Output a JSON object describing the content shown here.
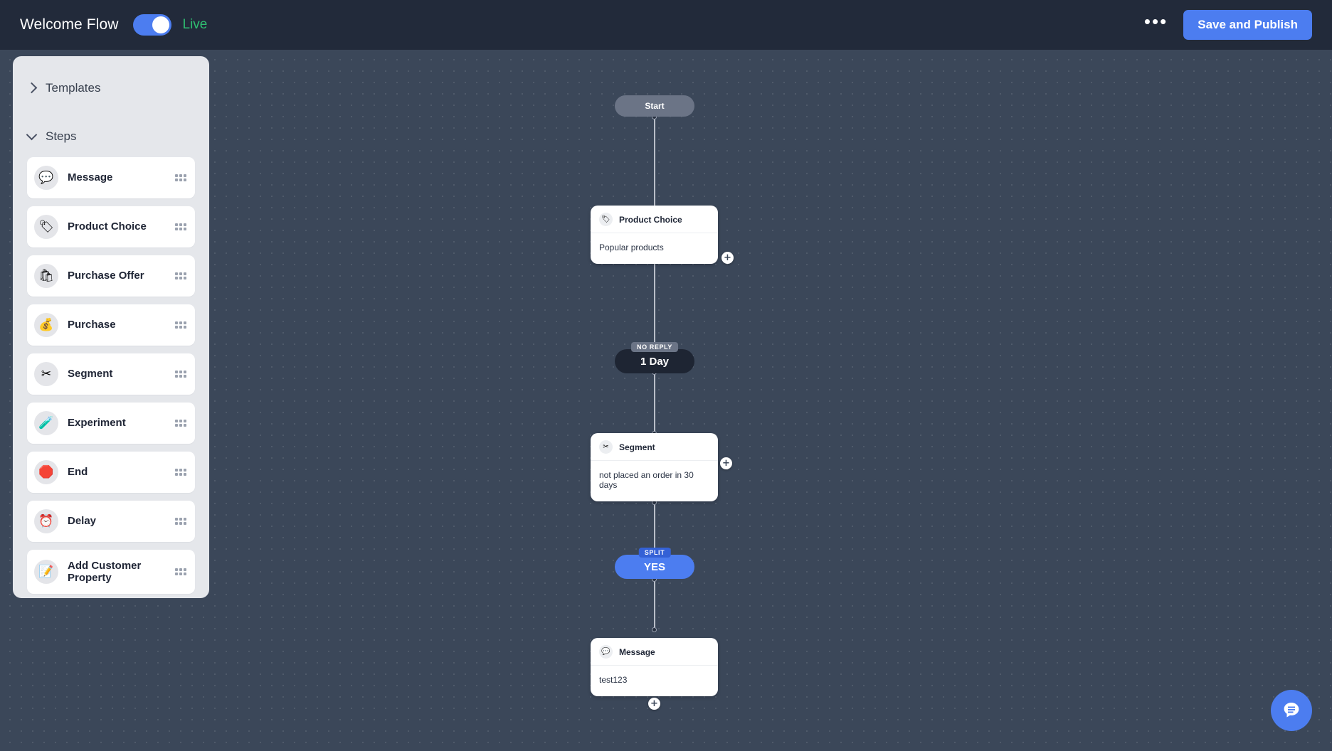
{
  "topbar": {
    "flow_title": "Welcome Flow",
    "toggle_state": "on",
    "status_label": "Live",
    "status_color": "#2fbf71",
    "more_icon": "•••",
    "save_label": "Save and Publish",
    "accent_color": "#4c7df0"
  },
  "panel": {
    "templates": {
      "label": "Templates",
      "expanded": false
    },
    "steps": {
      "label": "Steps",
      "expanded": true
    },
    "items": [
      {
        "label": "Message",
        "icon": "💬",
        "icon_name": "speech-balloon-icon"
      },
      {
        "label": "Product Choice",
        "icon": "🏷",
        "icon_name": "label-tag-icon"
      },
      {
        "label": "Purchase Offer",
        "icon": "🛍",
        "icon_name": "shopping-bags-icon"
      },
      {
        "label": "Purchase",
        "icon": "💰",
        "icon_name": "money-bag-icon"
      },
      {
        "label": "Segment",
        "icon": "✂",
        "icon_name": "scissors-icon"
      },
      {
        "label": "Experiment",
        "icon": "🧪",
        "icon_name": "test-tube-icon"
      },
      {
        "label": "End",
        "icon": "🛑",
        "icon_name": "stop-sign-icon"
      },
      {
        "label": "Delay",
        "icon": "⏰",
        "icon_name": "alarm-clock-icon"
      },
      {
        "label": "Add Customer Property",
        "icon": "📝",
        "icon_name": "memo-icon"
      }
    ]
  },
  "flow": {
    "start": {
      "label": "Start"
    },
    "nodes": [
      {
        "type": "card",
        "title": "Product Choice",
        "icon": "🏷",
        "icon_name": "label-tag-icon",
        "body": "Popular products",
        "plus": "+"
      },
      {
        "type": "pill",
        "tag": "NO REPLY",
        "label": "1 Day",
        "style": "delay"
      },
      {
        "type": "card",
        "title": "Segment",
        "icon": "✂",
        "icon_name": "scissors-icon",
        "body": "not placed an order in 30 days",
        "plus": "+"
      },
      {
        "type": "pill",
        "tag": "SPLIT",
        "label": "YES",
        "style": "split"
      },
      {
        "type": "card",
        "title": "Message",
        "icon": "💬",
        "icon_name": "speech-balloon-icon",
        "body": "test123",
        "plus": "+"
      }
    ],
    "tail_plus": "+"
  },
  "chat_widget": {
    "icon_name": "chat-bubble-icon"
  }
}
